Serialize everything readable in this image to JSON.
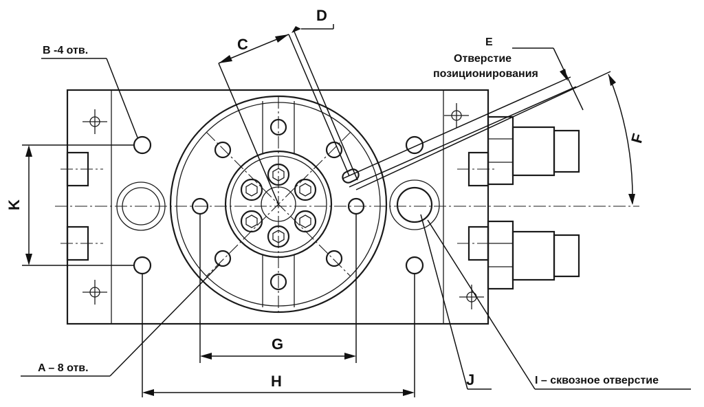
{
  "labels": {
    "b_holes": "B -4 отв.",
    "c": "C",
    "d": "D",
    "e": "E",
    "positioning_line1": "Отверстие",
    "positioning_line2": "позиционирования",
    "f": "F",
    "k": "K",
    "g": "G",
    "h": "H",
    "j": "J",
    "a_holes": "A – 8 отв.",
    "i_through": "I – сквозное отверстие"
  },
  "colors": {
    "line": "#1a1a1a",
    "background": "#ffffff"
  }
}
